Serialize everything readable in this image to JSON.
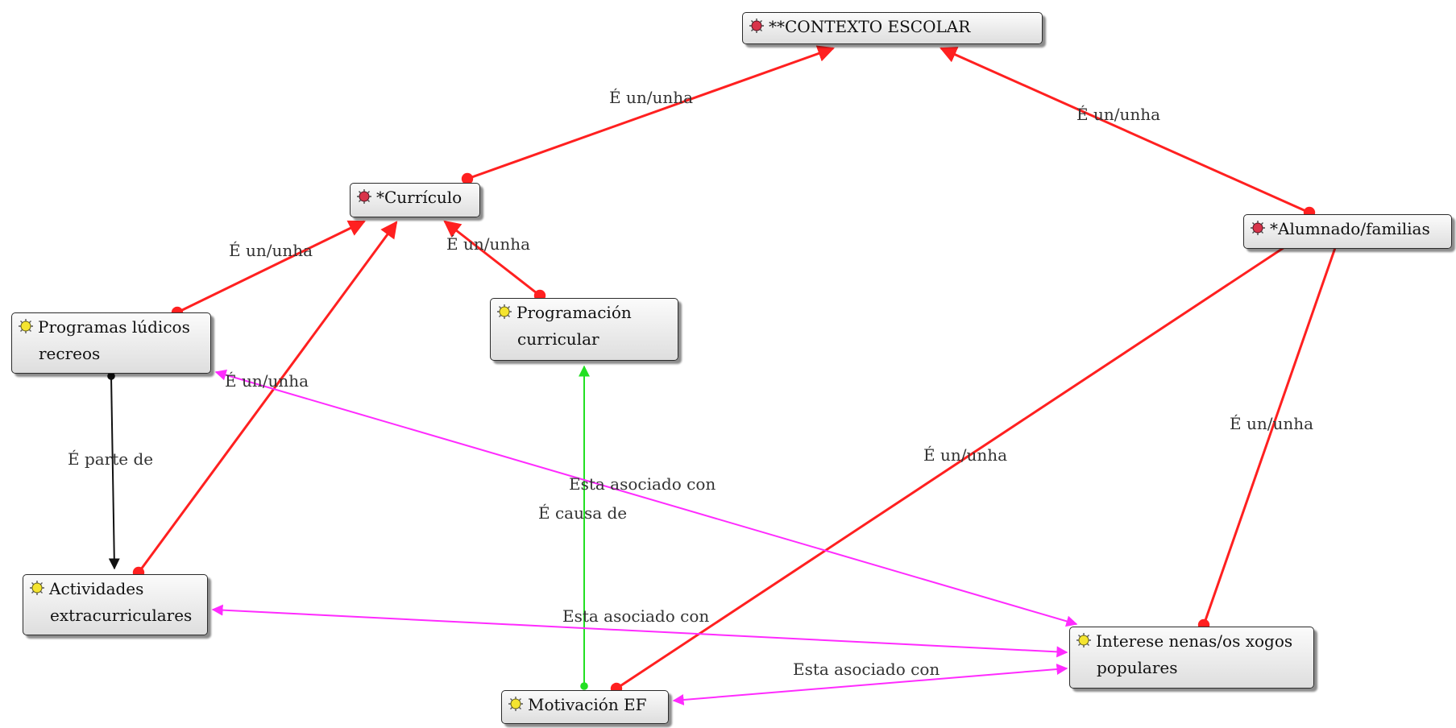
{
  "colors": {
    "is_a": "#ff2020",
    "associated": "#ff2bff",
    "causes": "#22e022",
    "part_of": "#111111",
    "node_border": "#2b2b2b",
    "icon_red": "#d8344a",
    "icon_yellow": "#f4e430"
  },
  "nodes": {
    "contexto": {
      "line1": "**CONTEXTO ESCOLAR",
      "icon": "red-bug-icon"
    },
    "curriculo": {
      "line1": "*Currículo",
      "icon": "red-bug-icon"
    },
    "alumnado": {
      "line1": "*Alumnado/familias",
      "icon": "red-bug-icon"
    },
    "programas": {
      "line1": "Programas lúdicos",
      "line2": "recreos",
      "icon": "yellow-bug-icon"
    },
    "programacion": {
      "line1": "Programación",
      "line2": "curricular",
      "icon": "yellow-bug-icon"
    },
    "actividades": {
      "line1": "Actividades",
      "line2": "extracurriculares",
      "icon": "yellow-bug-icon"
    },
    "interese": {
      "line1": "Interese nenas/os xogos",
      "line2": "populares",
      "icon": "yellow-bug-icon"
    },
    "motivacion": {
      "line1": "Motivación EF",
      "icon": "yellow-bug-icon"
    }
  },
  "edge_labels": {
    "ctx_curr": "É un/unha",
    "ctx_alum": "É un/unha",
    "curr_prog": "É un/unha",
    "curr_progcurr": "É un/unha",
    "curr_activ": "É un/unha",
    "prog_activ": "É parte de",
    "alum_motiv": "É un/unha",
    "alum_inter": "É un/unha",
    "prog_inter": "Esta asociado con",
    "motiv_progcurr": "É causa de",
    "activ_inter": "Esta asociado con",
    "motiv_inter": "Esta asociado con"
  }
}
